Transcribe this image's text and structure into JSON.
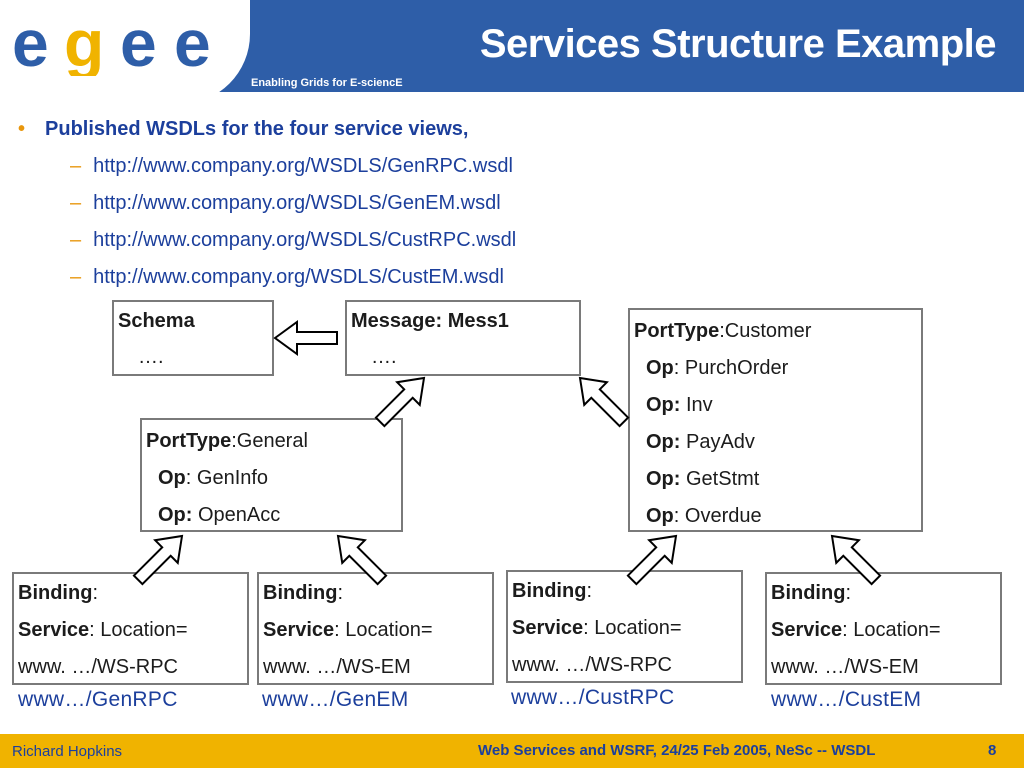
{
  "header": {
    "title": "Services Structure Example",
    "tagline": "Enabling Grids for E-sciencE",
    "logo_text": "egee"
  },
  "bullets": {
    "main": "Published WSDLs for the four service views,",
    "items": [
      "http://www.company.org/WSDLS/GenRPC.wsdl",
      "http://www.company.org/WSDLS/GenEM.wsdl",
      "http://www.company.org/WSDLS/CustRPC.wsdl",
      "http://www.company.org/WSDLS/CustEM.wsdl"
    ]
  },
  "diagram": {
    "schema": {
      "title": "Schema",
      "body": "…."
    },
    "message": {
      "title": "Message: Mess1",
      "body": "…."
    },
    "porttype_general": {
      "label": "PortType",
      "name": ":General",
      "ops": [
        {
          "label": "Op",
          "value": ": GenInfo"
        },
        {
          "label": "Op:",
          "value": " OpenAcc"
        }
      ]
    },
    "porttype_customer": {
      "label": "PortType",
      "name": ":Customer",
      "ops": [
        {
          "label": "Op",
          "value": ": PurchOrder"
        },
        {
          "label": "Op:",
          "value": " Inv"
        },
        {
          "label": "Op:",
          "value": " PayAdv"
        },
        {
          "label": "Op:",
          "value": " GetStmt"
        },
        {
          "label": "Op",
          "value": ": Overdue"
        }
      ]
    },
    "bindings": [
      {
        "binding": "Binding",
        "colon": ":",
        "service": "Service",
        "location": ": Location=",
        "www": "www. …/WS-RPC",
        "url": "www…/GenRPC"
      },
      {
        "binding": "Binding",
        "colon": ":",
        "service": "Service",
        "location": ": Location=",
        "www": "www. …/WS-EM",
        "url": "www…/GenEM"
      },
      {
        "binding": "Binding",
        "colon": ":",
        "service": "Service",
        "location": ": Location=",
        "www": "www. …/WS-RPC",
        "url": "www…/CustRPC"
      },
      {
        "binding": "Binding",
        "colon": ":",
        "service": "Service",
        "location": ": Location=",
        "www": "www. …/WS-EM",
        "url": "www…/CustEM"
      }
    ]
  },
  "footer": {
    "author": "Richard Hopkins",
    "event": "Web Services and WSRF, 24/25 Feb 2005, NeSc --  WSDL",
    "page": "8"
  },
  "colors": {
    "header_blue": "#2e5ea8",
    "text_blue": "#1c3f9c",
    "accent_orange": "#e8960c",
    "footer_yellow": "#f0b300"
  }
}
